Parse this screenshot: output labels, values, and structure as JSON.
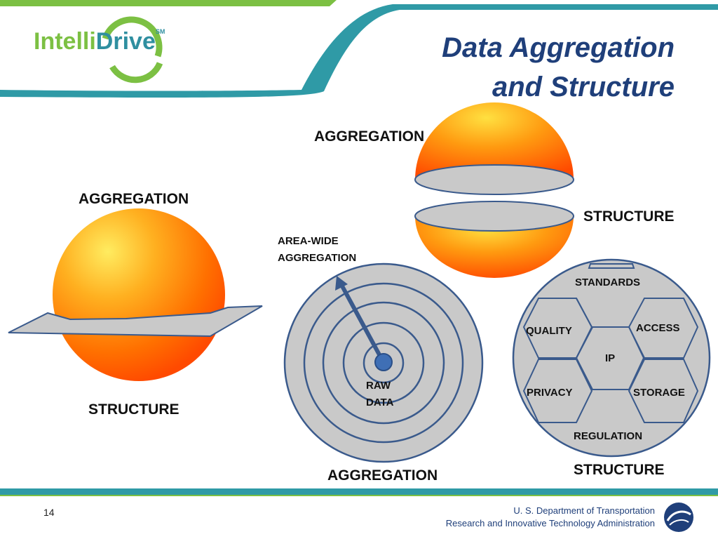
{
  "header": {
    "logo_text_part1": "Intelli",
    "logo_text_part2": "Drive",
    "logo_mark": "SM",
    "title_line1": "Data Aggregation",
    "title_line2": "and Structure"
  },
  "diagram": {
    "left_sphere": {
      "top_label": "AGGREGATION",
      "bottom_label": "STRUCTURE"
    },
    "split_sphere": {
      "top_label": "AGGREGATION",
      "side_label": "STRUCTURE"
    },
    "rings": {
      "arrow_label_line1": "AREA-WIDE",
      "arrow_label_line2": "AGGREGATION",
      "center_label_line1": "RAW",
      "center_label_line2": "DATA",
      "bottom_label": "AGGREGATION"
    },
    "hex_circle": {
      "cells": [
        "STANDARDS",
        "QUALITY",
        "ACCESS",
        "IP",
        "PRIVACY",
        "STORAGE",
        "REGULATION"
      ],
      "bottom_label": "STRUCTURE"
    }
  },
  "footer": {
    "page_number": "14",
    "agency_line1": "U. S. Department of Transportation",
    "agency_line2": "Research and Innovative Technology Administration"
  },
  "colors": {
    "title": "#1f3f7a",
    "teal": "#2f9aa6",
    "green": "#7cc043",
    "sphere_light": "#ffe24a",
    "sphere_dark": "#ff5a00",
    "gray_fill": "#c9c9c9",
    "outline": "#3a5a8c"
  }
}
